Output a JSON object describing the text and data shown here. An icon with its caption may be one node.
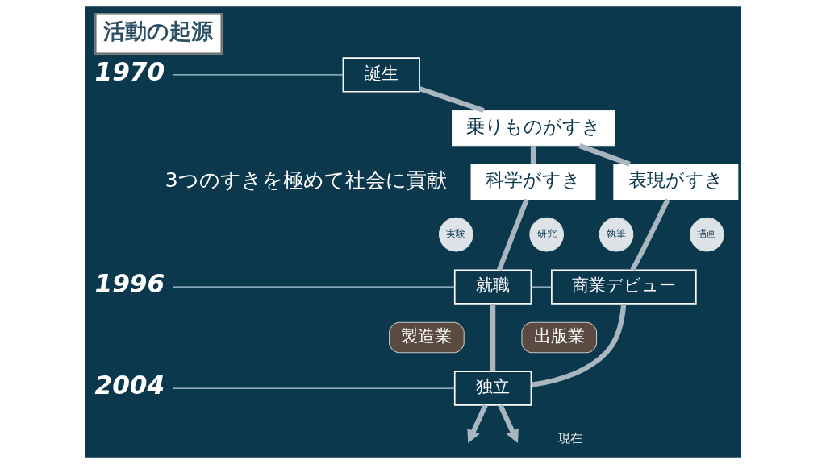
{
  "diagram": {
    "title": "活動の起源",
    "nodes": [
      {
        "text": [
          "1970"
        ]
      },
      {
        "text": [
          "誕生"
        ]
      },
      {
        "text": [
          "乗りものがすき"
        ]
      },
      {
        "text": [
          "科学がすき"
        ]
      },
      {
        "text": [
          "表現がすき"
        ]
      },
      {
        "text": [
          "実験"
        ]
      },
      {
        "text": [
          "研究"
        ]
      },
      {
        "text": [
          "執筆"
        ]
      },
      {
        "text": [
          "描画"
        ]
      },
      {
        "text": [
          "1996"
        ]
      },
      {
        "text": [
          "就職"
        ]
      },
      {
        "text": [
          "商業デビュー"
        ]
      },
      {
        "text": [
          "製造業"
        ]
      },
      {
        "text": [
          "出版業"
        ]
      },
      {
        "text": [
          "2004"
        ]
      },
      {
        "text": [
          "独立"
        ]
      }
    ],
    "edges": [
      {
        "from": 0,
        "to": 1,
        "arrow": "none",
        "color": "#b4d0de"
      },
      {
        "from": 1,
        "to": 2,
        "arrow": "none"
      },
      {
        "from": 2,
        "to": 3,
        "arrow": "none"
      },
      {
        "from": 2,
        "to": 4,
        "arrow": "none"
      },
      {
        "from": 3,
        "to": 10,
        "arrow": "none"
      },
      {
        "from": 4,
        "to": 11,
        "arrow": "none"
      },
      {
        "from": 9,
        "to": 10,
        "arrow": "none",
        "color": "#b4d0de"
      },
      {
        "from": 10,
        "to": 11,
        "arrow": "none",
        "color": "#b4d0de"
      },
      {
        "from": 10,
        "to": 15,
        "arrow": "none"
      },
      {
        "from": 11,
        "to": 15,
        "arrow": "none"
      },
      {
        "from": 14,
        "to": 15,
        "arrow": "none",
        "color": "#b4d0de"
      },
      {
        "from": 15,
        "to": null,
        "arrow": "to"
      },
      {
        "from": 15,
        "to": null,
        "arrow": "to"
      }
    ],
    "labels": [
      "3つのすきを極めて社会に貢献",
      "現在"
    ]
  }
}
